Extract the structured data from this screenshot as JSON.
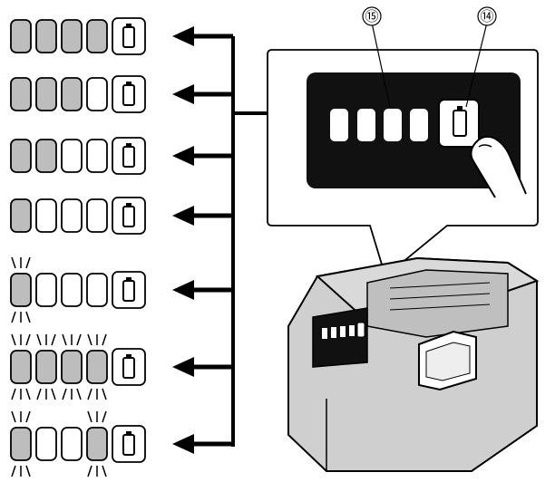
{
  "callouts": [
    {
      "id": "c15",
      "text": "⑮",
      "meaning": "indicator-lamps"
    },
    {
      "id": "c14",
      "text": "⑭",
      "meaning": "check-button"
    }
  ],
  "indicator_rows": [
    {
      "lamps": [
        "on",
        "on",
        "on",
        "on"
      ]
    },
    {
      "lamps": [
        "on",
        "on",
        "on",
        "off"
      ]
    },
    {
      "lamps": [
        "on",
        "on",
        "off",
        "off"
      ]
    },
    {
      "lamps": [
        "on",
        "off",
        "off",
        "off"
      ]
    },
    {
      "lamps": [
        "blink",
        "off",
        "off",
        "off"
      ]
    },
    {
      "lamps": [
        "blink",
        "blink",
        "blink",
        "blink"
      ]
    },
    {
      "lamps": [
        "blink",
        "off",
        "off",
        "blink"
      ]
    }
  ],
  "colors": {
    "lamp_on": "#bdbdbd",
    "lamp_off": "#ffffff",
    "panel": "#111111",
    "battery_body": "#cfcfcf",
    "outline": "#000000"
  },
  "icons": [
    "battery-icon",
    "arrow-left-icon",
    "finger-icon",
    "battery-pack-icon"
  ]
}
